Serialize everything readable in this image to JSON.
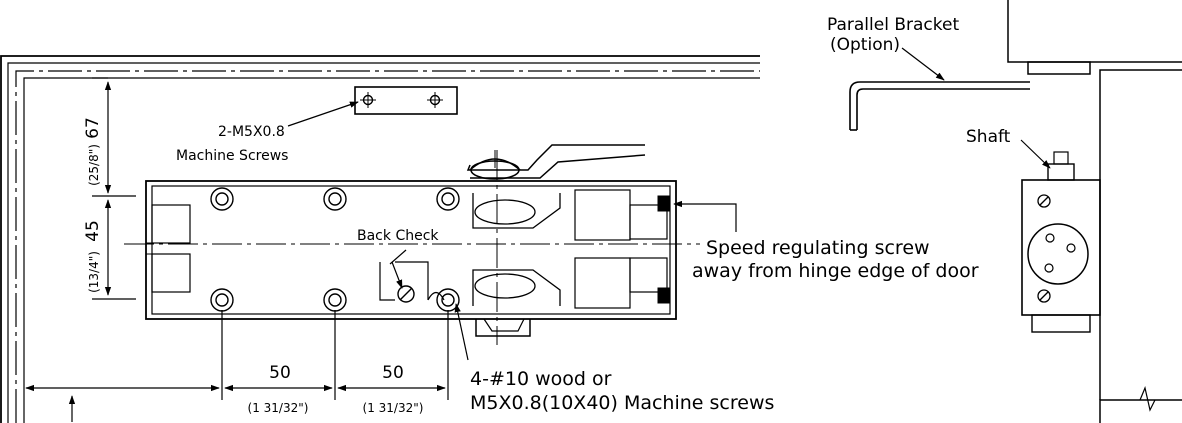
{
  "labels": {
    "parallel_bracket": "Parallel Bracket",
    "option": "(Option)",
    "shaft": "Shaft",
    "screws_top_1": "2-M5X0.8",
    "screws_top_2": "Machine Screws",
    "back_check": "Back Check",
    "speed_1": "Speed regulating screw",
    "speed_2": "away from hinge edge of door",
    "wood_1": "4-#10 wood or",
    "wood_2": "M5X0.8(10X40) Machine screws"
  },
  "dimensions": {
    "dim_67": "67",
    "dim_67_in": "(25/8\")",
    "dim_45": "45",
    "dim_45_in": "(13/4\")",
    "dim_50a": "50",
    "dim_50a_in": "(1 31/32\")",
    "dim_50b": "50",
    "dim_50b_in": "(1 31/32\")"
  }
}
